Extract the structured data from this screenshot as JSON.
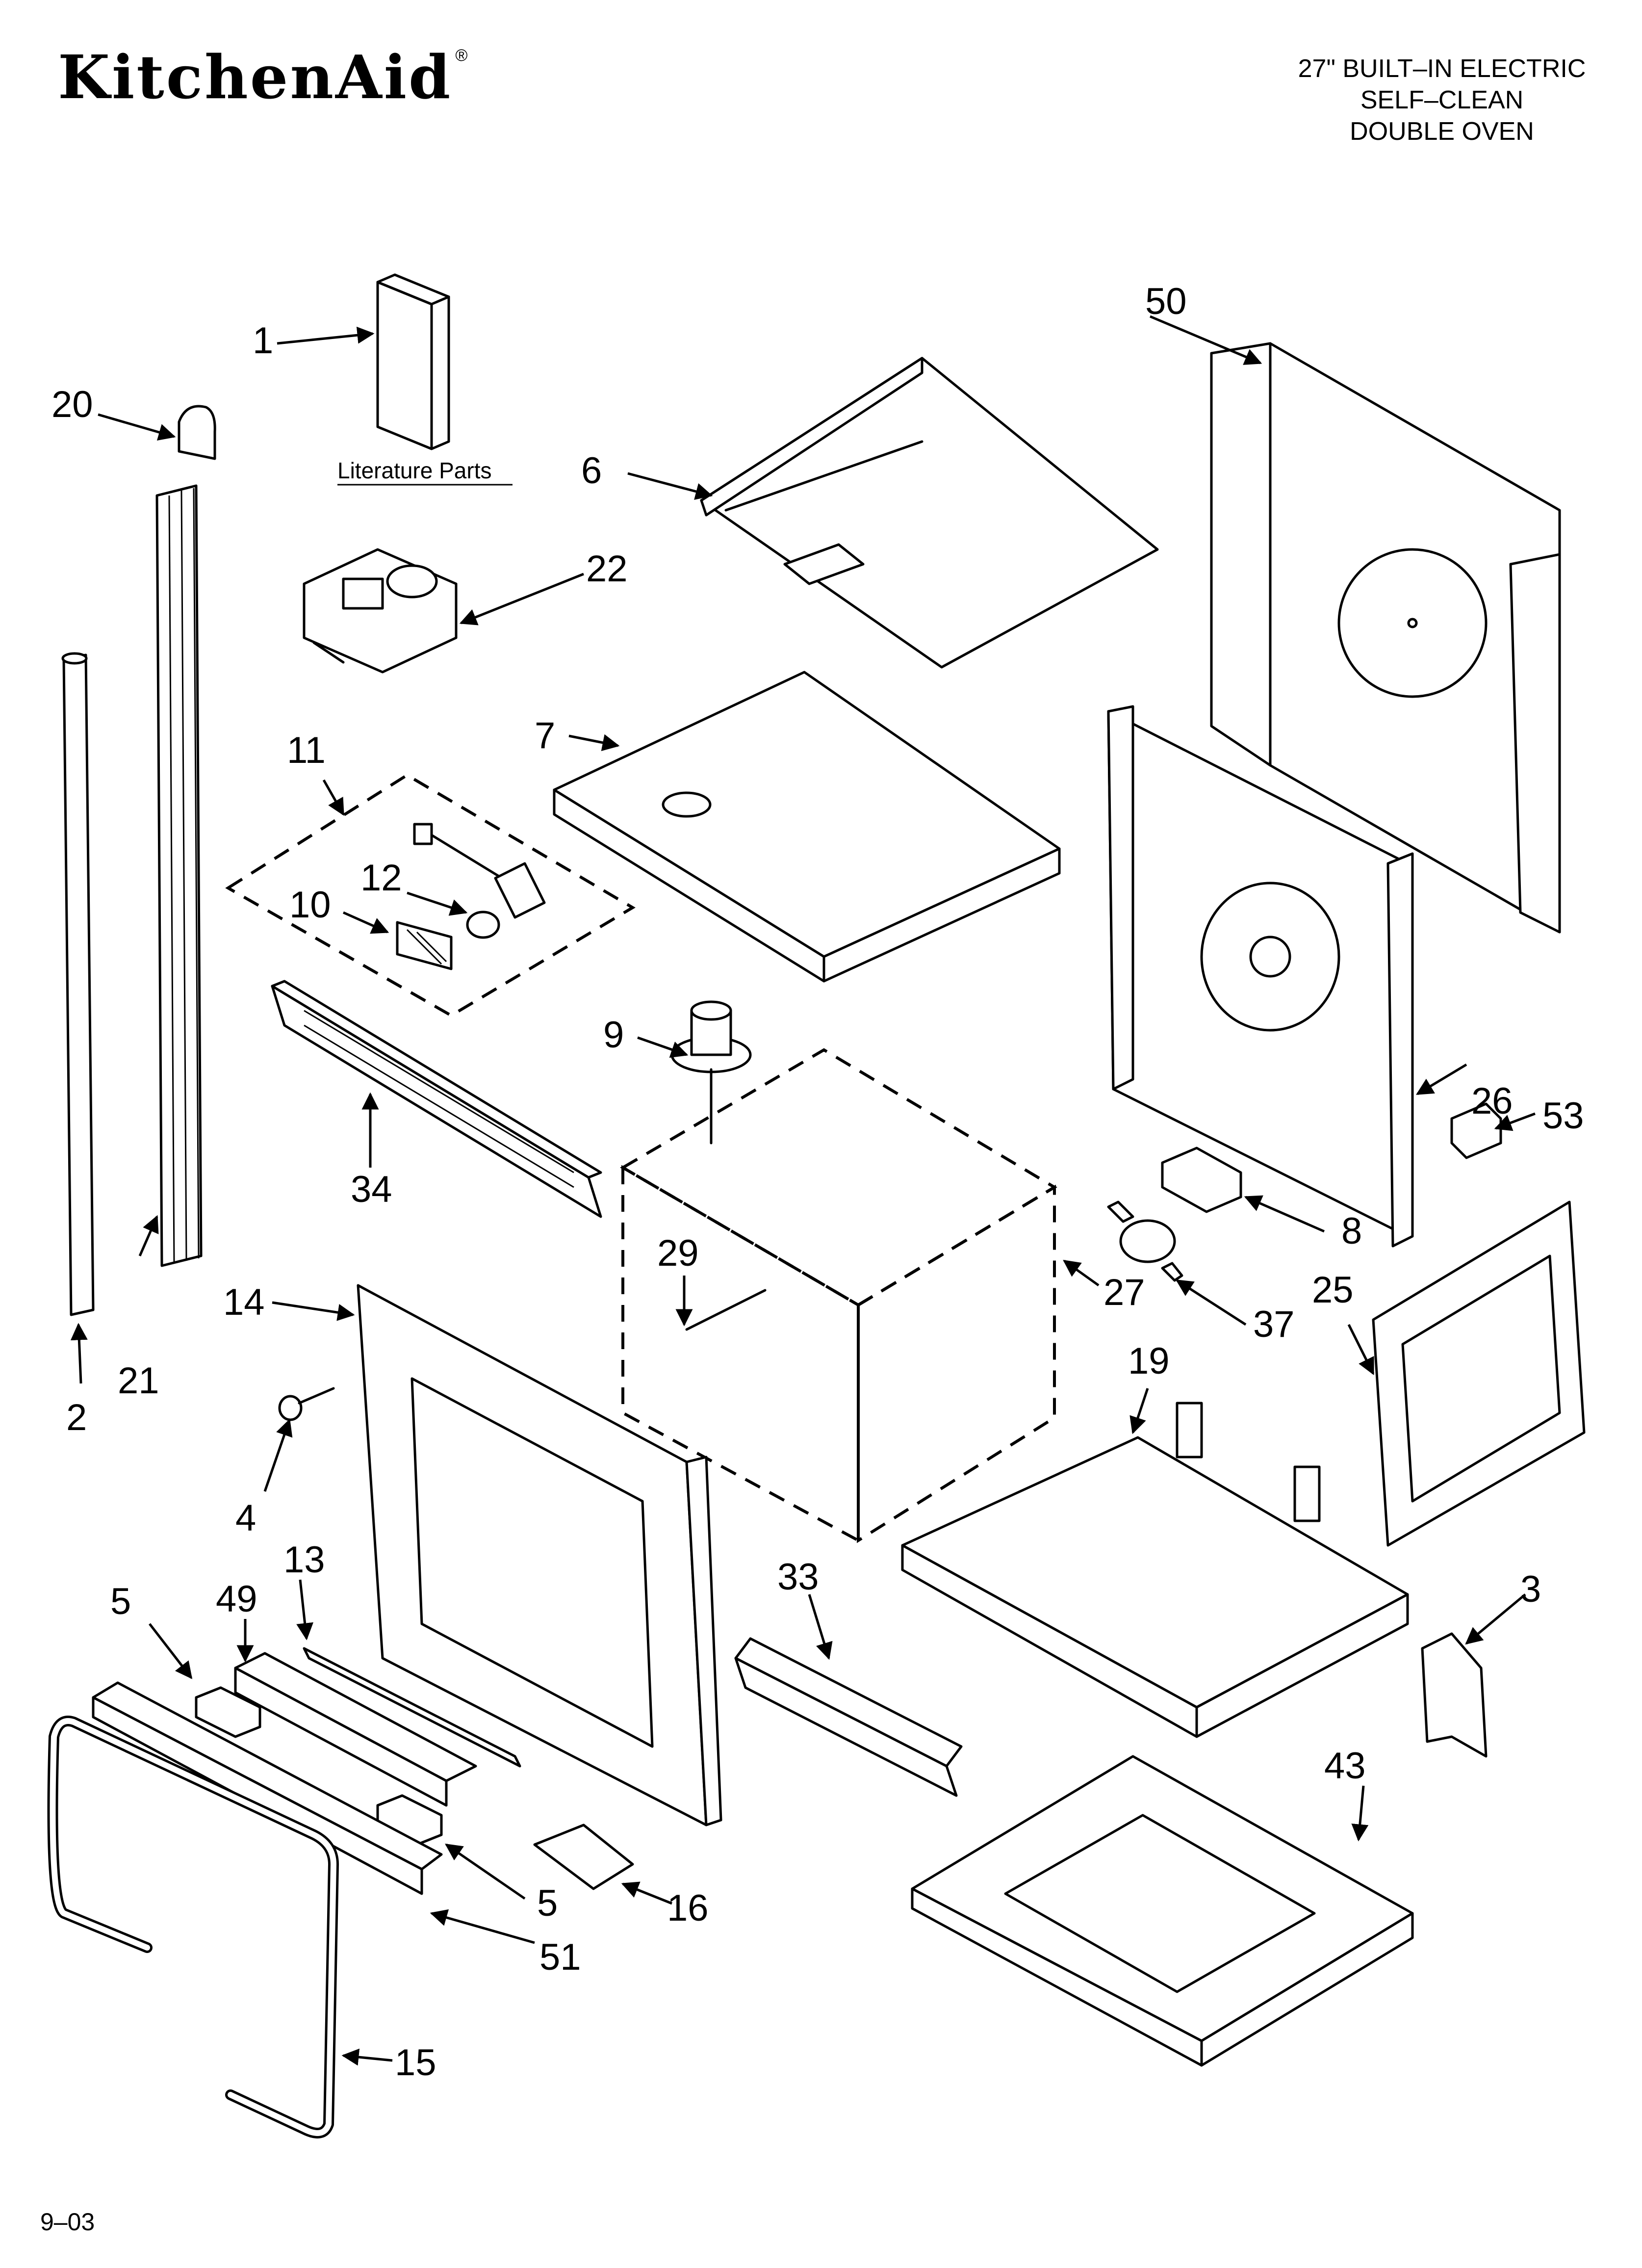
{
  "header": {
    "brand": "KitchenAid",
    "brand_mark": "®",
    "model_lines": [
      "27\" BUILT–IN ELECTRIC",
      "SELF–CLEAN",
      "DOUBLE OVEN"
    ]
  },
  "literature_label": "Literature Parts",
  "callouts": {
    "c1": "1",
    "c2": "2",
    "c3": "3",
    "c4": "4",
    "c5a": "5",
    "c5b": "5",
    "c6": "6",
    "c7": "7",
    "c8": "8",
    "c9": "9",
    "c10": "10",
    "c11": "11",
    "c12": "12",
    "c13": "13",
    "c14": "14",
    "c15": "15",
    "c16": "16",
    "c19": "19",
    "c20": "20",
    "c21": "21",
    "c22": "22",
    "c25": "25",
    "c26": "26",
    "c27": "27",
    "c29": "29",
    "c33": "33",
    "c34": "34",
    "c37": "37",
    "c43": "43",
    "c49": "49",
    "c50": "50",
    "c51": "51",
    "c53": "53"
  },
  "footer": {
    "date_code": "9–03"
  }
}
